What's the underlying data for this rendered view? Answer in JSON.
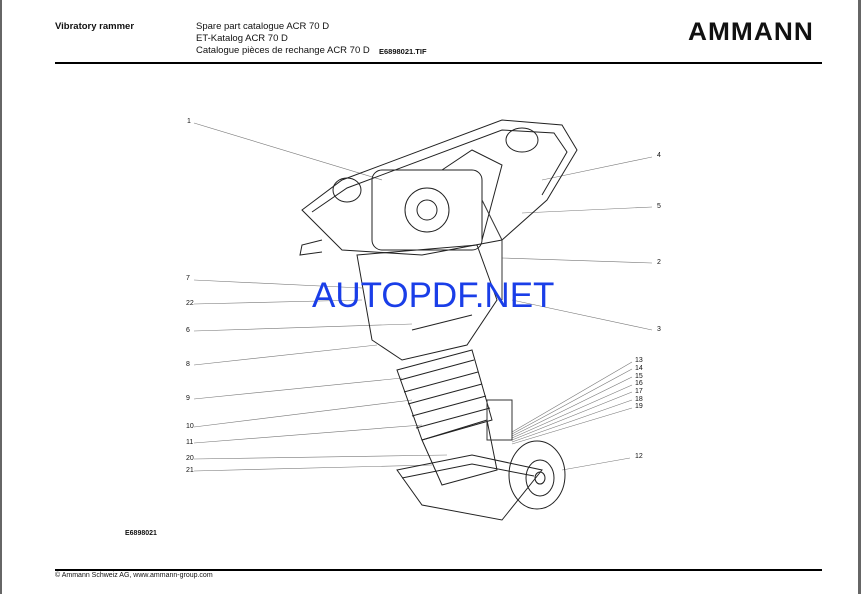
{
  "header": {
    "product": "Vibratory rammer",
    "titles": [
      "Spare part catalogue ACR 70 D",
      "ET-Katalog ACR 70 D",
      "Catalogue pièces de rechange ACR 70 D"
    ],
    "image_file": "E6898021.TIF",
    "logo": "AMMANN"
  },
  "figure": {
    "id": "E6898021",
    "watermark": "AUTOPDF.NET",
    "left_callouts": [
      "1",
      "7",
      "22",
      "6",
      "8",
      "9",
      "10",
      "11",
      "20",
      "21"
    ],
    "right_callouts": [
      "4",
      "5",
      "2",
      "3",
      "13",
      "14",
      "15",
      "16",
      "17",
      "18",
      "19",
      "12"
    ]
  },
  "footer": {
    "copyright": "© Ammann Schweiz AG, www.ammann-group.com"
  }
}
